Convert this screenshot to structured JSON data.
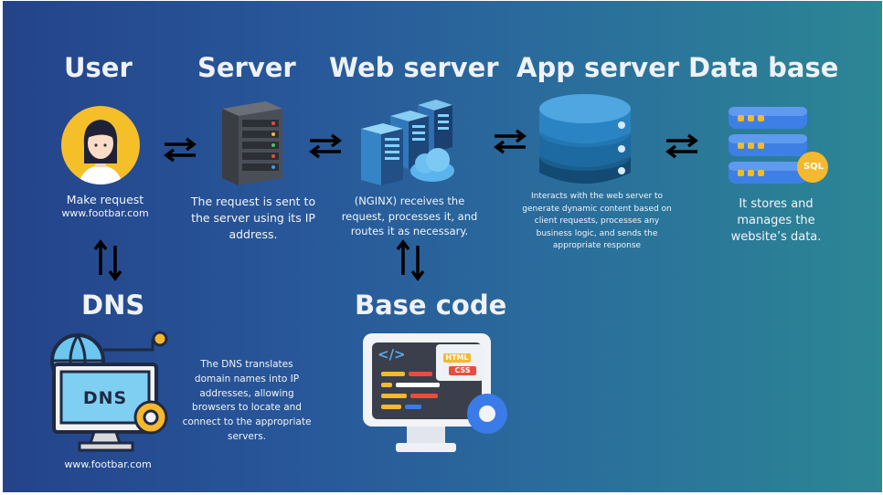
{
  "titles": {
    "user": "User",
    "server": "Server",
    "web_server": "Web server",
    "app_server": "App server",
    "database": "Data base",
    "dns": "DNS",
    "base_code": "Base code"
  },
  "descriptions": {
    "user_line1": "Make request",
    "user_line2": "www.footbar.com",
    "server": "The request is sent to the server using its IP address.",
    "web_server": "(NGINX) receives the request, processes it, and routes it as necessary.",
    "app_server": "Interacts with the web server to generate dynamic content based on client requests, processes any business logic, and sends the appropriate response",
    "database": "It stores and manages the website’s data.",
    "dns": "The DNS translates domain names into IP addresses, allowing browsers to locate and connect to the appropriate servers.",
    "dns_url": "www.footbar.com"
  },
  "icon_labels": {
    "dns_screen": "DNS",
    "sql": "SQL",
    "html_tag": "HTML",
    "css_tag": "CSS",
    "code_brackets": "</>"
  },
  "colors": {
    "background_start": "#24438a",
    "background_end": "#2c8694",
    "text": "#f2f5f9",
    "accent_yellow": "#f5b82e",
    "accent_blue": "#3a7be8"
  }
}
